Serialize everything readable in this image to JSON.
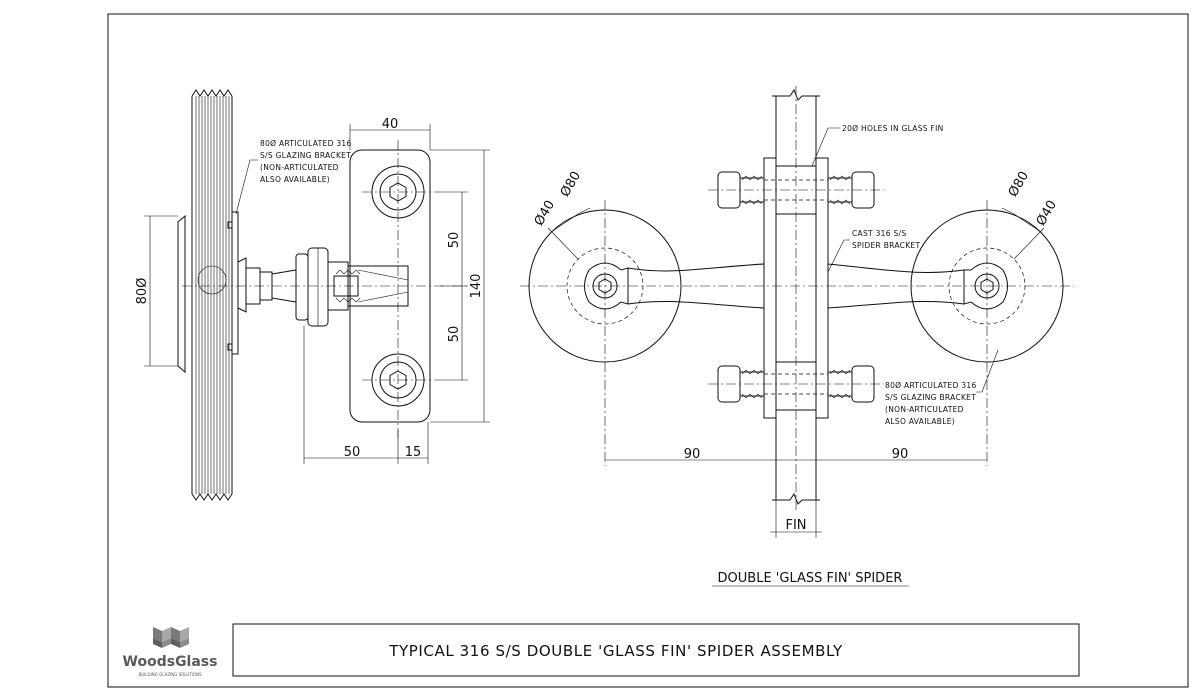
{
  "logo": {
    "brand": "WoodsGlass",
    "tagline": "BUILDING GLAZING SOLUTIONS"
  },
  "title_block": {
    "title": "TYPICAL 316 S/S DOUBLE 'GLASS FIN' SPIDER ASSEMBLY"
  },
  "side_view": {
    "note_bracket": [
      "80Ø ARTICULATED 316",
      "S/S GLAZING BRACKET",
      "(NON-ARTICULATED",
      "ALSO AVAILABLE)"
    ],
    "dims": {
      "width_top": "40",
      "upper_pitch": "50",
      "lower_pitch": "50",
      "height_total": "140",
      "bracket_dia": "80Ø",
      "bottom_left": "50",
      "bottom_right": "15"
    }
  },
  "front_view": {
    "caption": "DOUBLE 'GLASS FIN' SPIDER",
    "note_holes": "20Ø HOLES IN GLASS FIN",
    "note_spider": [
      "CAST 316 S/S",
      "SPIDER BRACKET"
    ],
    "note_bracket": [
      "80Ø ARTICULATED 316",
      "S/S GLAZING BRACKET",
      "(NON-ARTICULATED",
      "ALSO AVAILABLE)"
    ],
    "dims": {
      "left_outer_dia": "Ø80",
      "left_inner_dia": "Ø40",
      "right_outer_dia": "Ø80",
      "right_inner_dia": "Ø40",
      "left_span": "90",
      "right_span": "90",
      "fin": "FIN"
    }
  }
}
